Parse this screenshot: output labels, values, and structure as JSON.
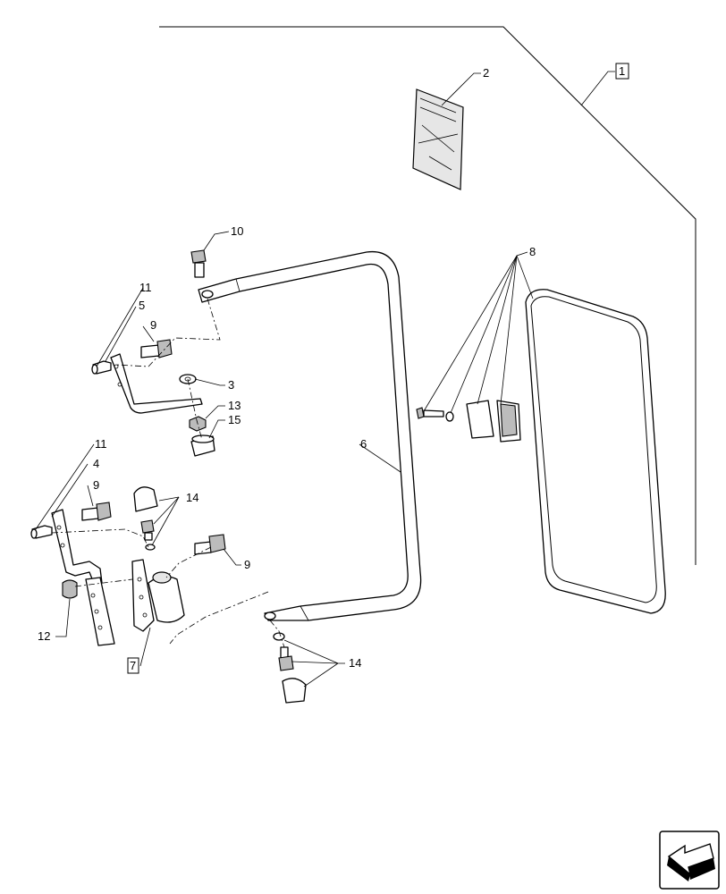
{
  "callouts": {
    "c1": "1",
    "c2": "2",
    "c3": "3",
    "c4": "4",
    "c5": "5",
    "c6": "6",
    "c7": "7",
    "c8": "8",
    "c9a": "9",
    "c9b": "9",
    "c9c": "9",
    "c10": "10",
    "c11a": "11",
    "c11b": "11",
    "c12": "12",
    "c13": "13",
    "c14a": "14",
    "c14b": "14",
    "c15": "15"
  }
}
